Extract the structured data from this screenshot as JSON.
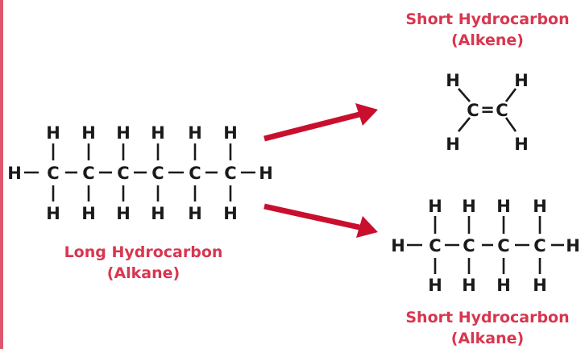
{
  "colors": {
    "caption": "#d8364f",
    "arrow": "#c8102e",
    "border": "#e0566f",
    "atom": "#1a1a1a"
  },
  "atoms": {
    "carbon": "C",
    "hydrogen": "H"
  },
  "long_alkane": {
    "caption_line1": "Long Hydrocarbon",
    "caption_line2": "(Alkane)",
    "carbon_count": 6
  },
  "alkene": {
    "caption_line1": "Short Hydrocarbon",
    "caption_line2": "(Alkene)",
    "bond": "="
  },
  "short_alkane": {
    "caption_line1": "Short Hydrocarbon",
    "caption_line2": "(Alkane)",
    "carbon_count": 4
  }
}
